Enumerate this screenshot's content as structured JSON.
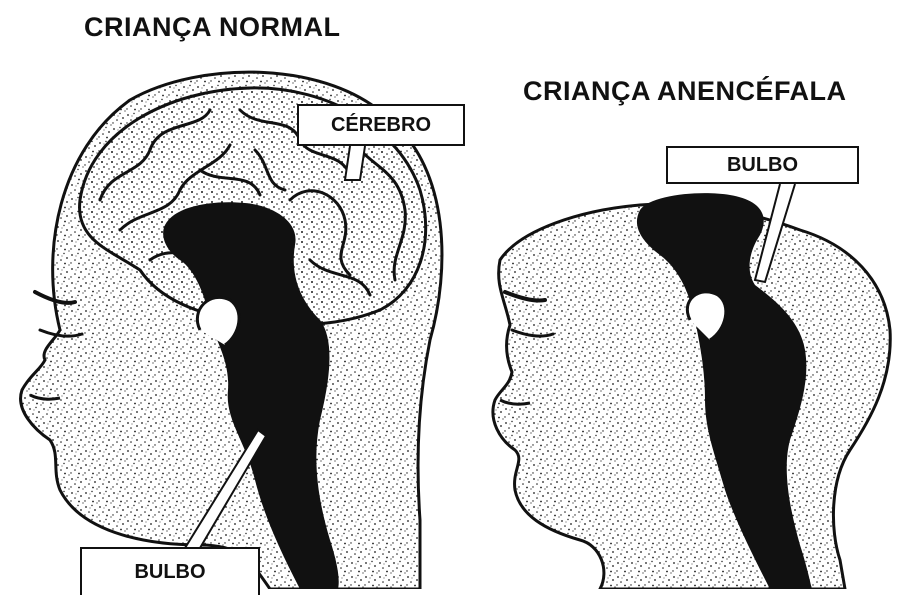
{
  "titles": {
    "normal": "CRIANÇA NORMAL",
    "anencephalic": "CRIANÇA ANENCÉFALA"
  },
  "labels": {
    "cerebro": "CÉREBRO",
    "bulbo_anencephalic": "BULBO",
    "bulbo_normal": "BULBO"
  },
  "colors": {
    "ink": "#111111",
    "paper": "#ffffff",
    "stipple": "#1a1a1a"
  }
}
